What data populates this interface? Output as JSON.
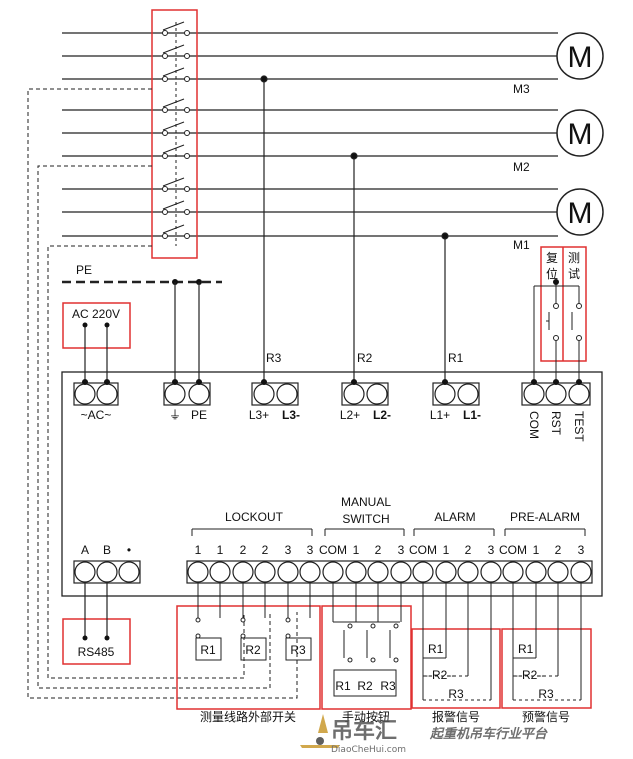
{
  "motors": [
    {
      "symbol": "M",
      "name": "M3"
    },
    {
      "symbol": "M",
      "name": "M2"
    },
    {
      "symbol": "M",
      "name": "M1"
    }
  ],
  "bus": {
    "pe": "PE"
  },
  "power": {
    "label": "AC 220V"
  },
  "reset_test": {
    "reset": "复位",
    "test": "测试"
  },
  "sense_tags": [
    "R3",
    "R2",
    "R1"
  ],
  "top_terminals": {
    "ac": "~AC~",
    "ground": "⏚",
    "pe": "PE",
    "l3p": "L3+",
    "l3m": "L3-",
    "l2p": "L2+",
    "l2m": "L2-",
    "l1p": "L1+",
    "l1m": "L1-",
    "com": "COM",
    "rst": "RST",
    "test": "TEST"
  },
  "bottom_groups": {
    "lockout": "LOCKOUT",
    "manual_1": "MANUAL",
    "manual_2": "SWITCH",
    "alarm": "ALARM",
    "pre_alarm": "PRE-ALARM"
  },
  "bottom_terminals": [
    "A",
    "B",
    "•",
    "1",
    "1",
    "2",
    "2",
    "3",
    "3",
    "COM",
    "1",
    "2",
    "3",
    "COM",
    "1",
    "2",
    "3",
    "COM",
    "1",
    "2",
    "3"
  ],
  "rs485": "RS485",
  "relays": {
    "lockout": [
      "R1",
      "R2",
      "R3"
    ],
    "manual": [
      "R1",
      "R2",
      "R3"
    ],
    "alarm": [
      "R1",
      "--R2--",
      "R3"
    ],
    "pre_alarm": [
      "R1",
      "--R2--",
      "R3"
    ]
  },
  "captions": {
    "lockout": "测量线路外部开关",
    "manual": "手动按钮",
    "alarm": "报警信号",
    "pre_alarm": "预警信号"
  },
  "watermark": {
    "brand": "吊车汇",
    "url": "DiaoCheHui.com",
    "slogan": "起重机吊车行业平台"
  }
}
